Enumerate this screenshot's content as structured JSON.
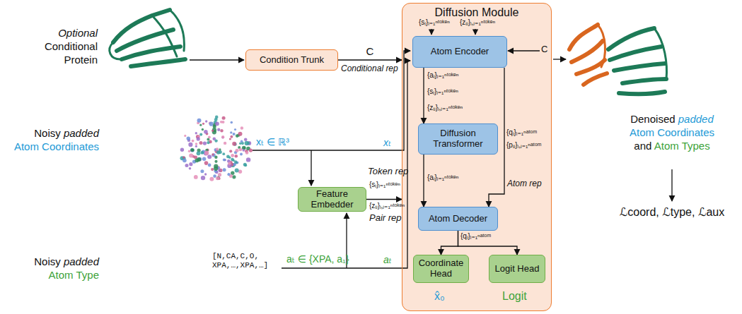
{
  "diagram": {
    "nodes": [
      {
        "text": [
          "Condition Trunk"
        ]
      },
      {
        "text": [
          "Feature Embedder"
        ]
      },
      {
        "text": [
          "Diffusion Module"
        ]
      },
      {
        "text": [
          "Atom Encoder"
        ],
        "in": 2
      },
      {
        "text": [
          "Diffusion Transformer"
        ],
        "in": 2
      },
      {
        "text": [
          "Atom Decoder"
        ],
        "in": 2
      },
      {
        "text": [
          "Coordinate Head"
        ],
        "in": 2
      },
      {
        "text": [
          "Logit Head"
        ],
        "in": 2
      }
    ],
    "edges": [
      {
        "from": 0,
        "to": 2,
        "arrow": "to",
        "label": "C"
      },
      {
        "from": 1,
        "to": 2,
        "arrow": "to"
      },
      {
        "from": 3,
        "to": 4,
        "arrow": "to"
      },
      {
        "from": 3,
        "to": 5,
        "arrow": "to"
      },
      {
        "from": 4,
        "to": 5,
        "arrow": "to"
      },
      {
        "from": 5,
        "to": 6,
        "arrow": "to"
      },
      {
        "from": 5,
        "to": 7,
        "arrow": "to"
      }
    ],
    "labels": [
      "Optional",
      "Conditional Protein",
      "Noisy",
      "padded",
      "Atom Coordinates",
      "Noisy",
      "padded",
      "Atom Type",
      "xₜ ∈ ℝ³",
      "aₜ ∈ {XPA, a₁}",
      "[N,CA,C,O, XPA,…,XPA,…]",
      "Conditional rep",
      "Token rep",
      "{sᵢ}ᵢ₌₁ⁿᵗᵒᵏᵉⁿ",
      "{zᵢⱼ}ᵢ,ⱼ₌₁ⁿᵗᵒᵏᵉⁿ",
      "Pair rep",
      "{sᵢ}ᵢ₌₁ⁿᵗᵒᵏᵉⁿ",
      "{zᵢⱼ}ᵢ,ⱼ₌₁ⁿᵗᵒᵏᵉⁿ",
      "xₜ",
      "aₜ",
      "C",
      "{aᵢ}ᵢ₌₁ⁿᵗᵒᵏᵉⁿ",
      "{sᵢ}ᵢ₌₁ⁿᵗᵒᵏᵉⁿ",
      "{zᵢⱼ}ᵢ,ⱼ₌₁ⁿᵗᵒᵏᵉⁿ",
      "{qᵢ}ᵢ₌₁ⁿᵃᵗᵒᵐ",
      "{pᵢⱼ}ᵢ,ⱼ₌₁ⁿᵃᵗᵒᵐ",
      "{aᵢ}ᵢ₌₁ⁿᵗᵒᵏᵉⁿ",
      "Atom rep",
      "{qᵢ}ᵢ₌₁ⁿᵃᵗᵒᵐ",
      "x̂₀",
      "Logit",
      "Denoised",
      "padded",
      "Atom Coordinates",
      "and",
      "Atom Types",
      "ℒcoord, ℒtype, ℒaux"
    ]
  }
}
